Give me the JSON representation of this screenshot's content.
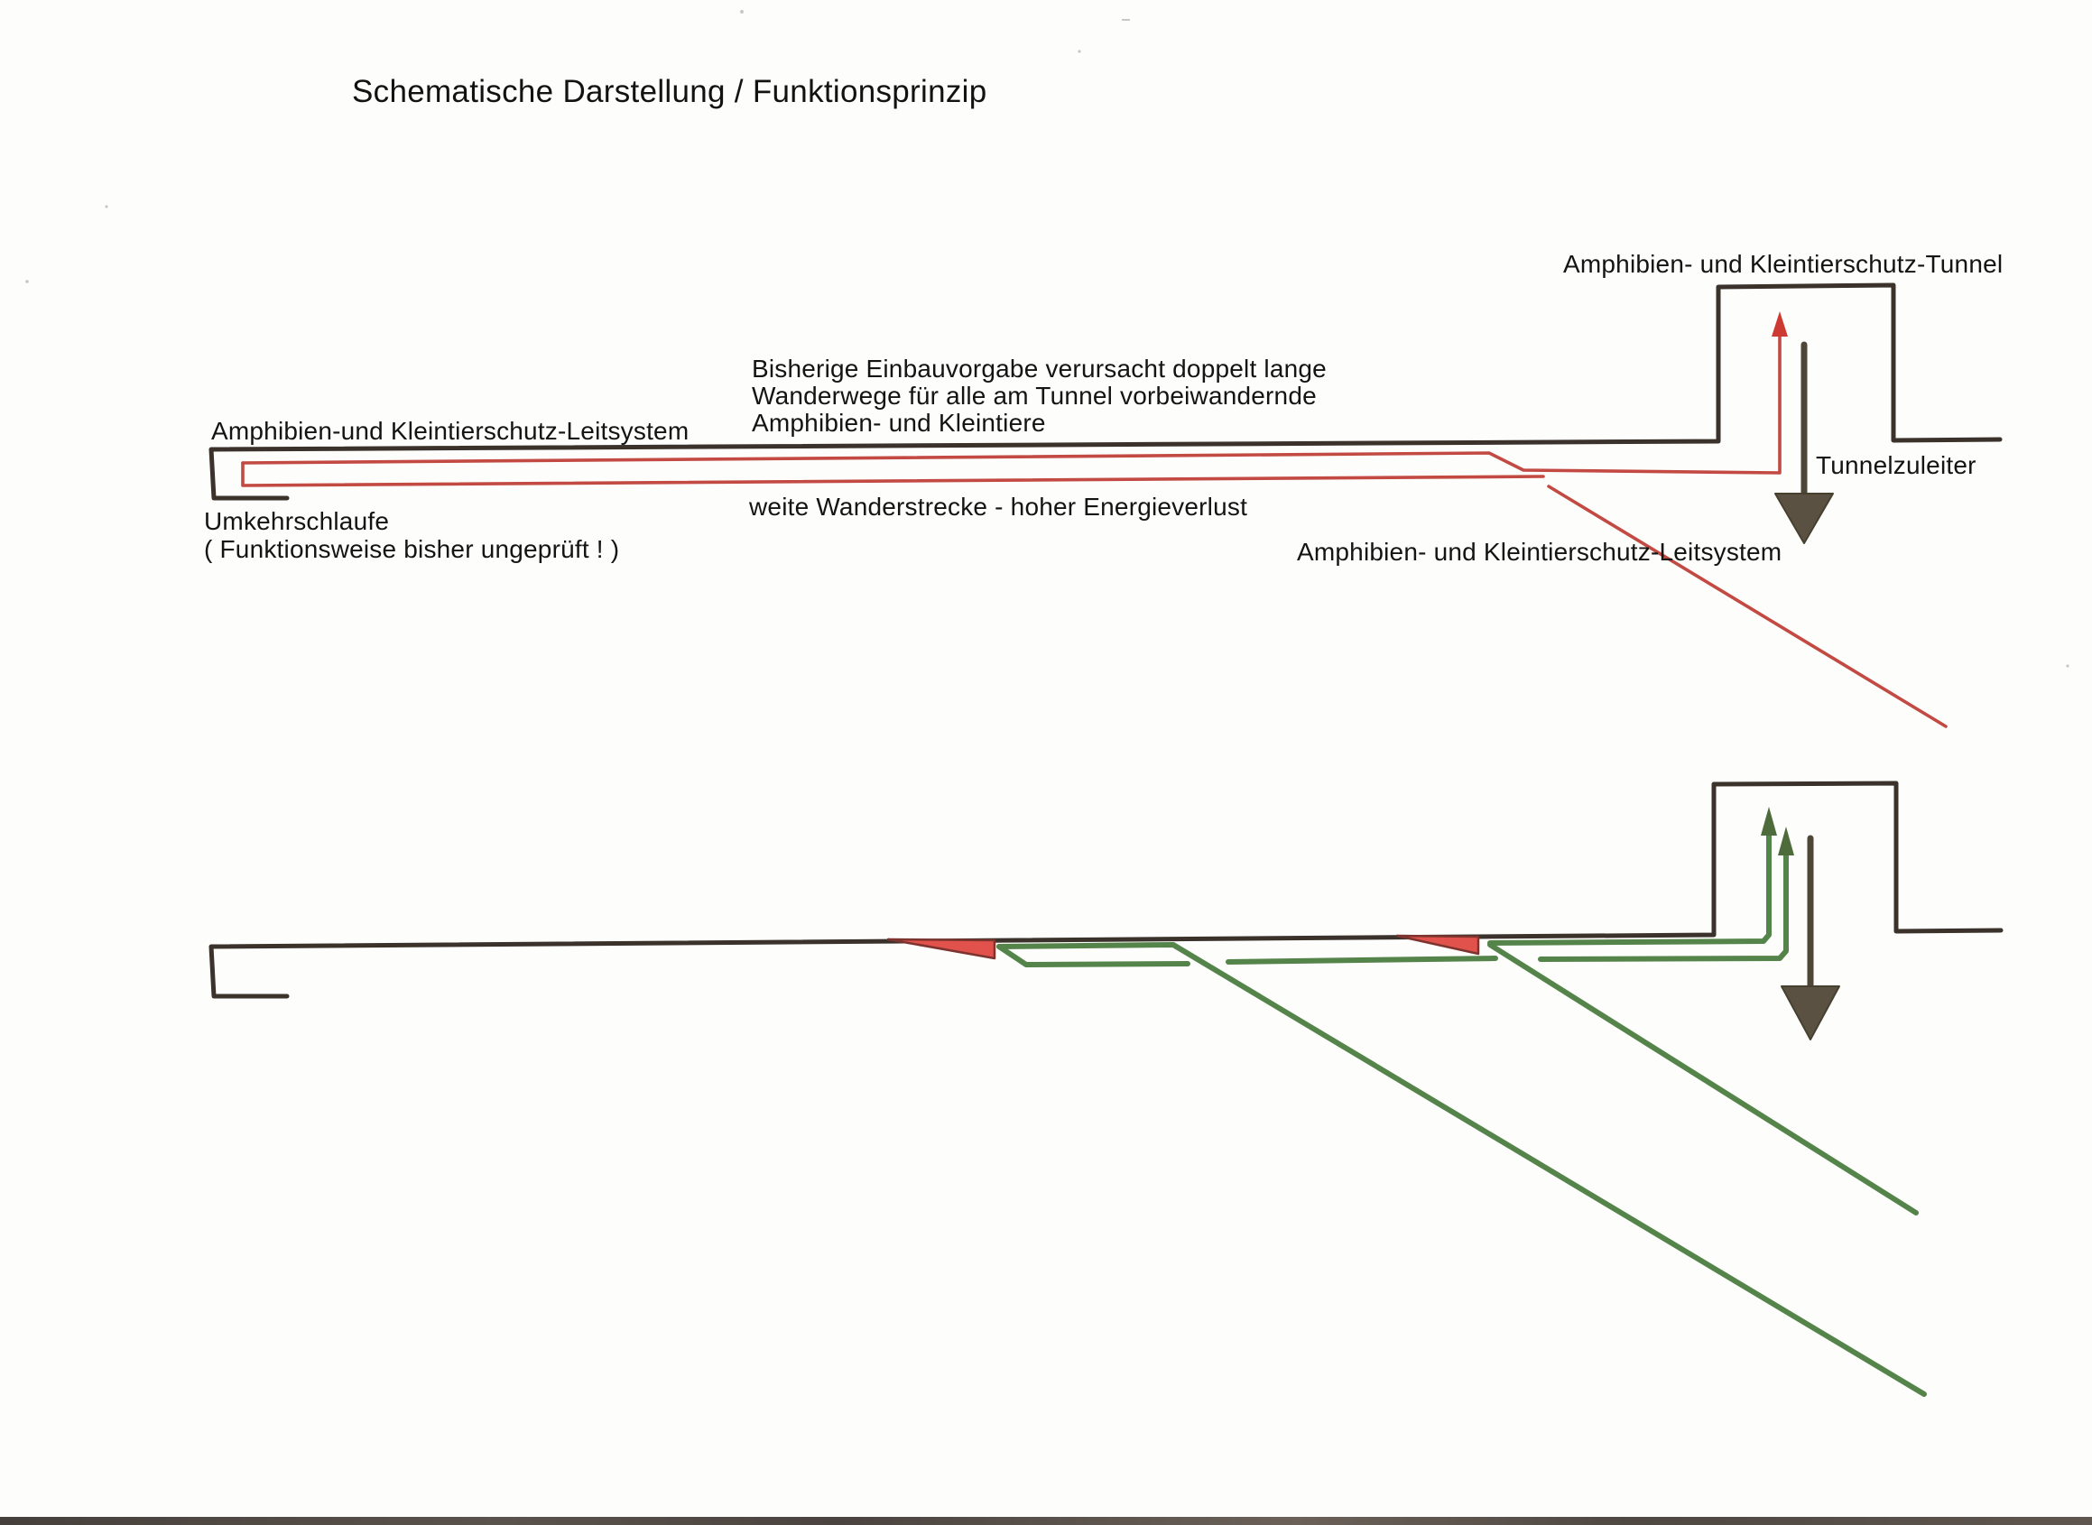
{
  "document": {
    "title": "Schematische Darstellung / Funktionsprinzip"
  },
  "top_diagram": {
    "tunnel_label": "Amphibien- und Kleintierschutz-Tunnel",
    "note_einbauvorgabe": "Bisherige Einbauvorgabe verursacht doppelt lange\nWanderwege für alle am Tunnel vorbeiwandernde\nAmphibien- und Kleintiere",
    "leitsystem_label_left": "Amphibien-und Kleintierschutz-Leitsystem",
    "umkehrschlaufe_label": "Umkehrschlaufe\n( Funktionsweise bisher ungeprüft ! )",
    "note_wanderstrecke": "weite Wanderstrecke - hoher Energieverlust",
    "tunnelzuleiter_label": "Tunnelzuleiter",
    "leitsystem_label_right": "Amphibien- und Kleintierschutz-Leitsystem"
  },
  "bottom_diagram": {
    "description": ""
  },
  "colors": {
    "paper": "#fdfdfc",
    "ink_wall": "#3a322b",
    "red_guide_line": "#c24a42",
    "red_wedge_fill": "#e0524b",
    "green_guide_line": "#55844a",
    "dark_arrow": "#5a5143",
    "scanner_edge_bar": "#55504b",
    "text": "#141414"
  }
}
